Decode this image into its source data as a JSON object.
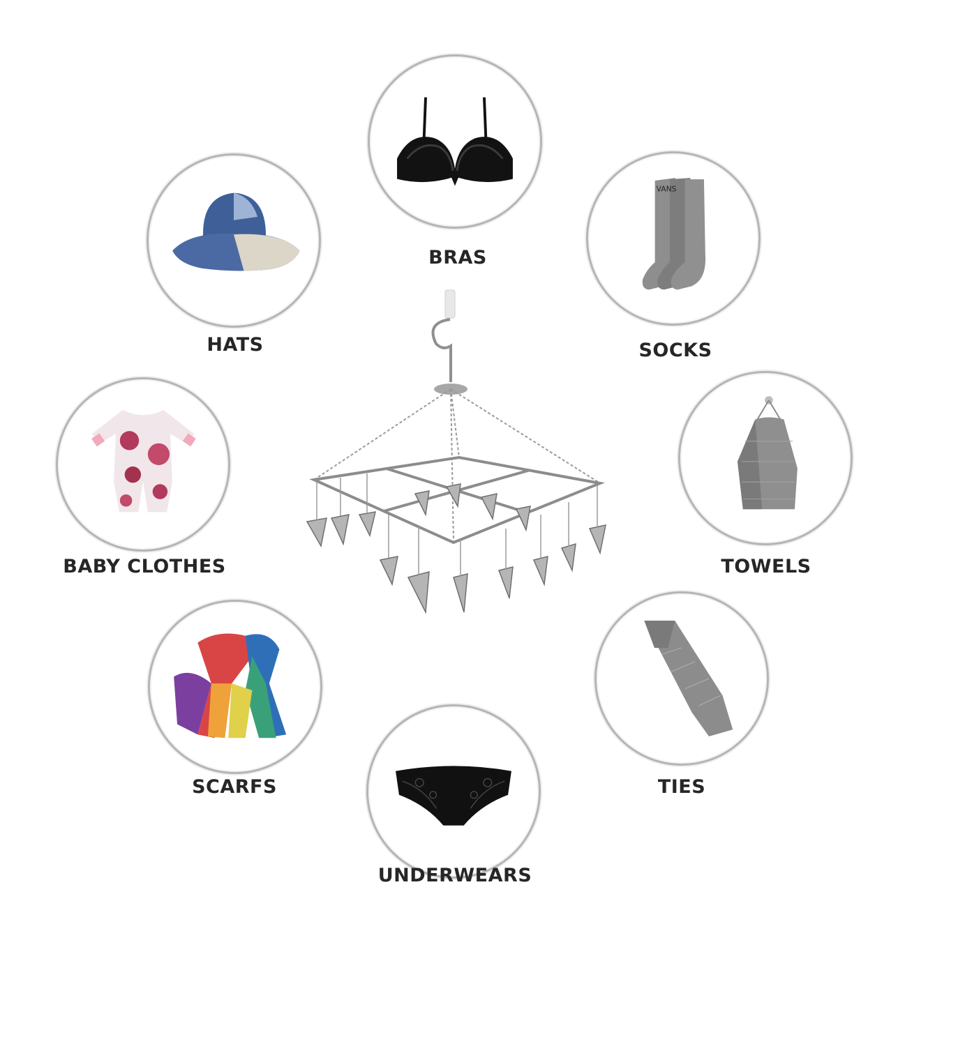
{
  "items": [
    {
      "key": "bras",
      "label": "BRAS",
      "icon": "bra-icon"
    },
    {
      "key": "socks",
      "label": "SOCKS",
      "icon": "socks-icon"
    },
    {
      "key": "hats",
      "label": "HATS",
      "icon": "hat-icon"
    },
    {
      "key": "baby_clothes",
      "label": "BABY CLOTHES",
      "icon": "baby-romper-icon"
    },
    {
      "key": "towels",
      "label": "TOWELS",
      "icon": "towel-icon"
    },
    {
      "key": "scarfs",
      "label": "SCARFS",
      "icon": "scarf-icon"
    },
    {
      "key": "ties",
      "label": "TIES",
      "icon": "tie-icon"
    },
    {
      "key": "underwears",
      "label": "UNDERWEARS",
      "icon": "underwear-icon"
    }
  ],
  "center_product": {
    "icon": "clip-hanger-rack-icon"
  },
  "colors": {
    "circle_border": "#b5b5b5",
    "label_text": "#262626",
    "metal": "#9a9a9a"
  }
}
